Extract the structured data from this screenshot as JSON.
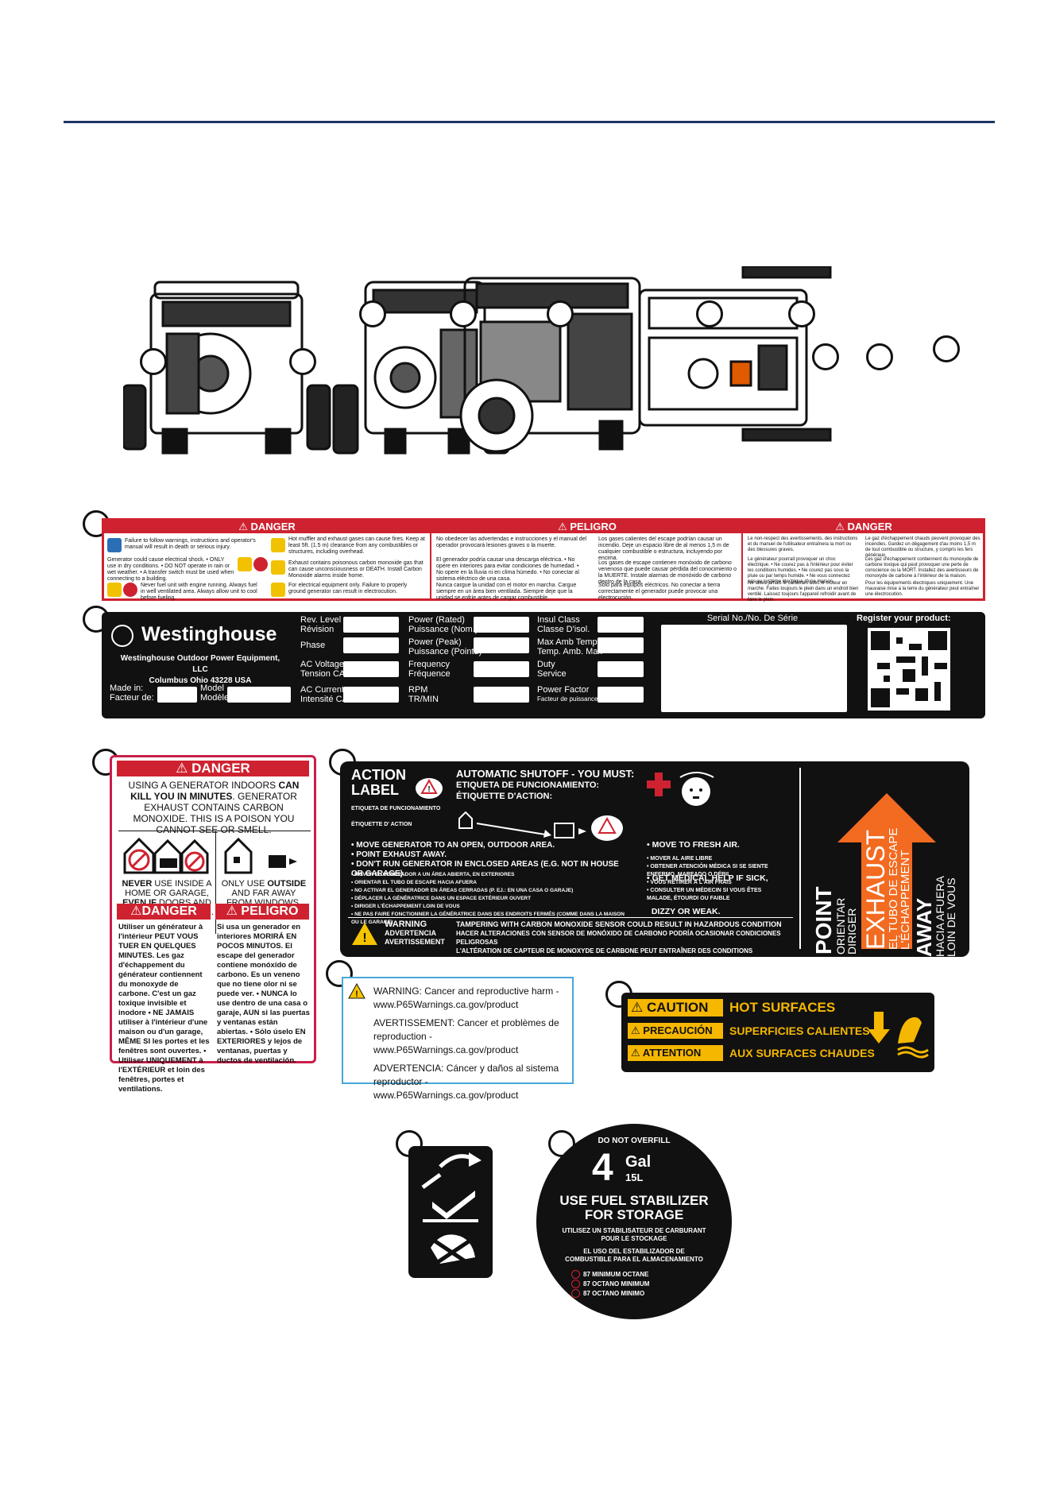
{
  "label1": {
    "danger_header_en": "DANGER",
    "danger_header_es": "PELIGRO",
    "danger_header_fr": "DANGER",
    "en_cells": [
      "Failure to follow warnings, instructions and operator's manual will result in death or serious injury.",
      "Hot muffler and exhaust gases can cause fires. Keep at least 5ft. (1.5 m) clearance from any combustibles or structures, including overhead.",
      "Generator could cause electrical shock. • ONLY use in dry conditions. • DO NOT operate in rain or wet weather. • A transfer switch must be used when connecting to a building.",
      "Exhaust contains poisonous carbon monoxide gas that can cause unconsciousness or DEATH. Install Carbon Monoxide alarms inside home.",
      "Never fuel unit with engine running. Always fuel in well ventilated area. Always allow unit to cool before fueling.",
      "For electrical equipment only. Failure to properly ground generator can result in electrocution."
    ],
    "es_cells": [
      "No obedecer las advertendas e instrucciones y el manual del operador provocará lesiones graves o la muerte.",
      "Los gases calientes del escape podrían causar un incendio. Deje un espacio libre de al menos 1,5 m de cualquier combustible o estructura, incluyendo por encima.",
      "El generador podría causar una descarga eléctrica. • No opere en interiores para evitar condiciones de humedad. • No opere en la lluvia ni en clima húmedo. • No conectar al sistema eléctrico de una casa.",
      "Los gases de escape contienen monóxido de carbono venenoso que puede causar pérdida del conocimiento o la MUERTE. Instale alarmas de monóxido de carbono dentro de la casa.",
      "Nunca cargue la unidad con el motor en marcha. Cargue siempre en un área bien ventilada. Siempre deje que la unidad se enfríe antes de cargar combustible.",
      "Sólo para equipos eléctricos. No conectar a tierra correctamente el generador puede provocar una electrocución."
    ],
    "fr_cells": [
      "Le non-respect des avertissements, des instructions et du manuel de l'utilisateur entraînera la mort ou des blessures graves.",
      "Le gaz d'échappement chauds peuvent provoquer des incendies. Gardez un dégagement d'au moins 1,5 m de tout combustible ou structure, y compris les fers généraux.",
      "Le générateur pourrait provoquer un choc électrique. • Ne courez pas à l'intérieur pour éviter les conditions humides. • Ne courez pas sous la pluie ou par temps humide. • Ne vous connectez pas au système électrique d'une maison.",
      "Les gaz d'échappement contiennent du monoxyde de carbone toxique qui peut provoquer une perte de conscience ou la MORT. Installez des avertisseurs de monoxyde de carbone à l'intérieur de la maison.",
      "Ne faites jamais le carburant avec le moteur en marche. Faites toujours le plein dans un endroit bien ventilé. Laissez toujours l'appareil refroidir avant de faire le plein.",
      "Pour les équipements électriques uniquement. Une mauvaise mise à la terre du générateur peut entraîner une électrocution."
    ]
  },
  "label2": {
    "brand": "Westinghouse",
    "company_line1": "Westinghouse Outdoor Power Equipment, LLC",
    "company_line2": "Columbus Ohio 43228 USA",
    "made_in": "Made in:",
    "facteur_de": "Facteur de:",
    "model": "Model",
    "modele": "Modèle",
    "fields_col1": [
      [
        "Rev. Level",
        "Révision"
      ],
      [
        "Phase",
        ""
      ],
      [
        "AC Voltage",
        "Tension CA"
      ],
      [
        "AC Current",
        "Intensité CA"
      ]
    ],
    "fields_col2": [
      [
        "Power (Rated)",
        "Puissance (Nom.)"
      ],
      [
        "Power (Peak)",
        "Puissance (Pointe)"
      ],
      [
        "Frequency",
        "Fréquence"
      ],
      [
        "RPM",
        "TR/MIN"
      ]
    ],
    "fields_col3": [
      [
        "Insul Class",
        "Classe D'isol."
      ],
      [
        "Max Amb Temp",
        "Temp. Amb. Max"
      ],
      [
        "Duty",
        "Service"
      ],
      [
        "Power Factor",
        "Facteur de puissance"
      ]
    ],
    "serial_label": "Serial No./No. De Série",
    "register_label": "Register your product:"
  },
  "label3": {
    "header_en": "DANGER",
    "main_text_a": "USING A GENERATOR INDOORS ",
    "main_text_b": "CAN KILL YOU IN MINUTES",
    "main_text_c": ". GENERATOR EXHAUST CONTAINS CARBON MONOXIDE. THIS IS A POISON YOU CANNOT SEE OR SMELL.",
    "never_text_a": "NEVER",
    "never_text_b": " USE INSIDE A HOME OR GARAGE, ",
    "never_text_c": "EVEN IF",
    "never_text_d": " DOORS AND WINDOWS ARE OPEN.",
    "only_text_a": "ONLY USE ",
    "only_text_b": "OUTSIDE",
    "only_text_c": " AND FAR AWAY FROM WINDOWS, DOORS, AND VENTS.",
    "header_fr": "DANGER",
    "header_es": "PELIGRO",
    "fr_text": "Utiliser un générateur à l'intérieur PEUT VOUS TUER EN QUELQUES MINUTES. Les gaz d'échappement du générateur contiennent du monoxyde de carbone. C'est un gaz toxique invisible et inodore • NE JAMAIS utiliser à l'intérieur d'une maison ou d'un garage, MÊME SI les portes et les fenêtres sont ouvertes. • Utiliser UNIQUEMENT à l'EXTÉRIEUR et loin des fenêtres, portes et ventilations.",
    "es_text": "Si usa un generador en interiores MORIRÁ EN POCOS MINUTOS. El escape del generador contiene monóxido de carbono. Es un veneno que no tiene olor ni se puede ver. • NUNCA lo use dentro de una casa o garaje, AUN si las puertas y ventanas están abiertas. • Sólo úselo EN EXTERIORES y lejos de ventanas, puertas y ductos de ventilación."
  },
  "label4": {
    "title_a": "ACTION",
    "title_b": "LABEL",
    "title_es": "ETIQUETA DE FUNCIONAMIENTO",
    "title_fr": "ÉTIQUETTE D' ACTION",
    "shutoff_en": "AUTOMATIC SHUTOFF - YOU MUST:",
    "shutoff_es": "ETIQUETA DE FUNCIONAMIENTO:",
    "shutoff_fr": "ÉTIQUETTE D'ACTION:",
    "steps_en": [
      "• MOVE GENERATOR TO AN OPEN, OUTDOOR AREA.",
      "• POINT EXHAUST AWAY.",
      "• DON'T RUN GENERATOR IN ENCLOSED AREAS (E.G. NOT IN HOUSE OR GARAGE)."
    ],
    "steps_other": [
      "• MOVER EL GENERADOR A UN ÁREA ABIERTA, EN EXTERIORES",
      "• ORIENTAR EL TUBO DE ESCAPE HACIA AFUERA",
      "• NO ACTIVAR EL GENERADOR EN ÁREAS CERRADAS (P. EJ.: EN UNA CASA O GARAJE)",
      "• DÉPLACER LA GÉNÉRATRICE DANS UN ESPACE EXTÉRIEUR OUVERT",
      "• DIRIGER L'ÉCHAPPEMENT LOIN DE VOUS",
      "• NE PAS FAIRE FONCTIONNER LA GÉNÉRATRICE DANS DES ENDROITS FERMÉS (COMME DANS LA MAISON OU LE GARAGE)"
    ],
    "medical_en": [
      "• MOVE TO FRESH AIR.",
      "• GET MEDICAL HELP IF SICK,",
      "  DIZZY OR WEAK."
    ],
    "medical_other": [
      "• MOVER AL AIRE LIBRE",
      "• OBTENER ATENCIÓN MÉDICA SI SE SIENTE ENFERMO, MAREADO O DÉBIL",
      "• VOUS RETIRER À L'AIR FRAIS",
      "• CONSULTER UN MÉDECIN SI VOUS ÊTES MALADE, ÉTOURDI OU FAIBLE"
    ],
    "warning_en": "WARNING",
    "warning_es": "ADVERTENCIA",
    "warning_fr": "AVERTISSEMENT",
    "tamper_en": "TAMPERING WITH CARBON MONOXIDE SENSOR COULD RESULT IN HAZARDOUS CONDITION",
    "tamper_es": "HACER ALTERACIONES CON SENSOR DE MONÓXIDO DE CARBONO PODRÍA OCASIONAR CONDICIONES PELIGROSAS",
    "tamper_fr": "L'ALTÉRATION DE CAPTEUR DE MONOXYDE DE CARBONE PEUT ENTRAÎNER DES CONDITIONS DANGEREUSES",
    "point_en": "POINT",
    "point_es": "ORIENTAR",
    "point_fr": "DIRIGER",
    "exhaust_en": "EXHAUST",
    "exhaust_es": "EL TUBO DE ESCAPE",
    "exhaust_fr": "L'ÉCHAPPEMENT",
    "away_en": "AWAY",
    "away_es": "HACIA AFUERA",
    "away_fr": "LOIN DE VOUS",
    "arrow_color": "#f26b21"
  },
  "label5": {
    "line1": "WARNING: Cancer and reproductive harm -",
    "line2": "www.P65Warnings.ca.gov/product",
    "line3": "AVERTISSEMENT: Cancer et problèmes de",
    "line4": "reproduction - www.P65Warnings.ca.gov/product",
    "line5": "ADVERTENCIA: Cáncer y daños al sistema",
    "line6": "reproductor - www.P65Warnings.ca.gov/product"
  },
  "label6": {
    "rows": [
      [
        "CAUTION",
        "HOT SURFACES"
      ],
      [
        "PRECAUCIÓN",
        "SUPERFICIES CALIENTES"
      ],
      [
        "ATTENTION",
        "AUX SURFACES CHAUDES"
      ]
    ],
    "accent": "#f5b700"
  },
  "label8": {
    "top": "DO NOT OVERFILL",
    "num": "4",
    "gal": "Gal",
    "liters": "15L",
    "main": "USE FUEL STABILIZER FOR STORAGE",
    "fr": "UTILISEZ UN STABILISATEUR DE CARBURANT POUR LE STOCKAGE",
    "es": "EL USO DEL ESTABILIZADOR DE COMBUSTIBLE PARA EL ALMACENAMIENTO",
    "octane": [
      "87 MINIMUM OCTANE",
      "87 OCTANO MINIMUM",
      "87 OCTANO MINIMO"
    ]
  },
  "colors": {
    "rule": "#1f3566",
    "danger_red": "#cf2230",
    "pink_border": "#c91f4a",
    "prop_blue": "#47a7d8"
  }
}
